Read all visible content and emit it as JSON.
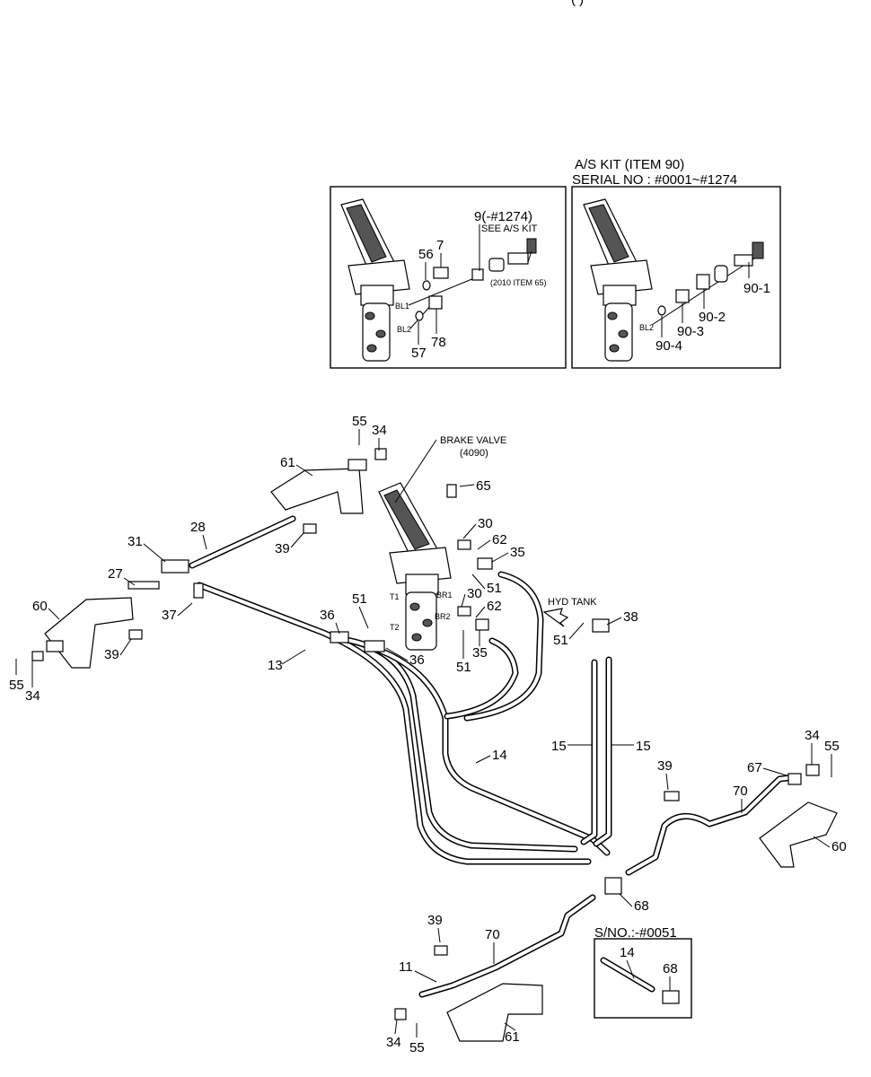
{
  "header_text": "(        )",
  "inset_main": {
    "callouts": {
      "c9": "9(-#1274)",
      "see_kit": "SEE A/S KIT",
      "note": "(2010 ITEM 65)",
      "c56": "56",
      "c7": "7",
      "c57": "57",
      "c78": "78",
      "bl1": "BL1",
      "bl2": "BL2"
    }
  },
  "inset_kit": {
    "title_line1": "A/S KIT (ITEM 90)",
    "title_line2": "SERIAL NO : #0001~#1274",
    "callouts": {
      "c90_1": "90-1",
      "c90_2": "90-2",
      "c90_3": "90-3",
      "c90_4": "90-4",
      "bl2": "BL2"
    }
  },
  "inset_sno": {
    "title": "S/NO.:-#0051",
    "callouts": {
      "c14": "14",
      "c68": "68"
    }
  },
  "main": {
    "brake_valve_line1": "BRAKE VALVE",
    "brake_valve_line2": "(4090)",
    "hyd_tank": "HYD  TANK",
    "port_t1": "T1",
    "port_t2": "T2",
    "port_br1": "BR1",
    "port_br2": "BR2",
    "callouts": {
      "c55a": "55",
      "c34a": "34",
      "c61a": "61",
      "c28": "28",
      "c39a": "39",
      "c31": "31",
      "c27": "27",
      "c60a": "60",
      "c37": "37",
      "c39b": "39",
      "c55b": "55",
      "c34b": "34",
      "c13": "13",
      "c65": "65",
      "c30a": "30",
      "c62a": "62",
      "c35a": "35",
      "c51a": "51",
      "c51b": "51",
      "c36a": "36",
      "c30b": "30",
      "c62b": "62",
      "c36b": "36",
      "c35b": "35",
      "c51c": "51",
      "c51d": "51",
      "c38": "38",
      "c14": "14",
      "c15a": "15",
      "c15b": "15",
      "c39c": "39",
      "c67": "67",
      "c34c": "34",
      "c55c": "55",
      "c70a": "70",
      "c60b": "60",
      "c68": "68",
      "c39d": "39",
      "c70b": "70",
      "c11": "11",
      "c34d": "34",
      "c55d": "55",
      "c61b": "61"
    }
  }
}
